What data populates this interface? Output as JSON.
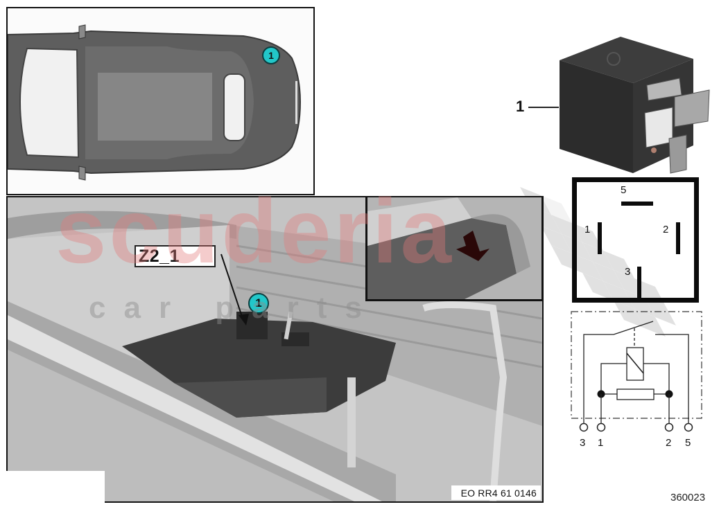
{
  "diagram": {
    "type": "parts-catalog-illustration",
    "subject": "relay location and pin assignment",
    "watermark": {
      "main": "scuderia",
      "sub": "car parts"
    }
  },
  "car_view": {
    "view": "top view of vehicle",
    "callout": "1",
    "callout_color": "#22c7c9"
  },
  "location_photo": {
    "label_box": "Z2_1",
    "callout": "1",
    "doc_code": "EO RR4 61 0146",
    "inset": "open trunk with arrow pointing to location"
  },
  "relay": {
    "part_callout": "1",
    "pin_layout": {
      "pins": [
        {
          "id": "5",
          "orientation": "horizontal"
        },
        {
          "id": "1",
          "orientation": "vertical"
        },
        {
          "id": "2",
          "orientation": "vertical"
        },
        {
          "id": "3",
          "orientation": "vertical"
        }
      ]
    },
    "schematic": {
      "terminals": [
        "3",
        "1",
        "2",
        "5"
      ],
      "components": [
        "switch contact",
        "coil",
        "resistor"
      ]
    }
  },
  "reference_number": "360023",
  "colors": {
    "callout_fill": "#22c7c9",
    "watermark": "#e27878",
    "line": "#0b0b0b"
  }
}
